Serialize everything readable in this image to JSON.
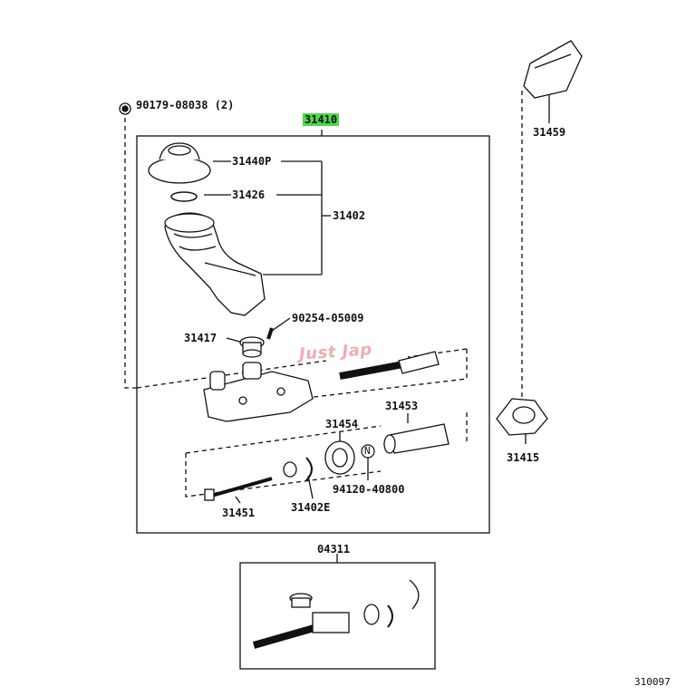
{
  "labels": {
    "nut": "90179-08038 (2)",
    "assy": "31410",
    "reservoir_cap": "31440P",
    "oring": "31426",
    "reservoir": "31402",
    "pin": "90254-05009",
    "plug": "31417",
    "bracket": "31459",
    "seal": "31453",
    "cup": "31454",
    "note_n": "N",
    "kit_seal": "94120-40800",
    "push_rod": "31451",
    "snap_ring": "31402E",
    "boot_mount": "31415",
    "kit": "04311",
    "figure_no": "310097"
  },
  "watermark": "Just Jap",
  "colors": {
    "highlight": "#4cd94c",
    "line": "#111111"
  }
}
